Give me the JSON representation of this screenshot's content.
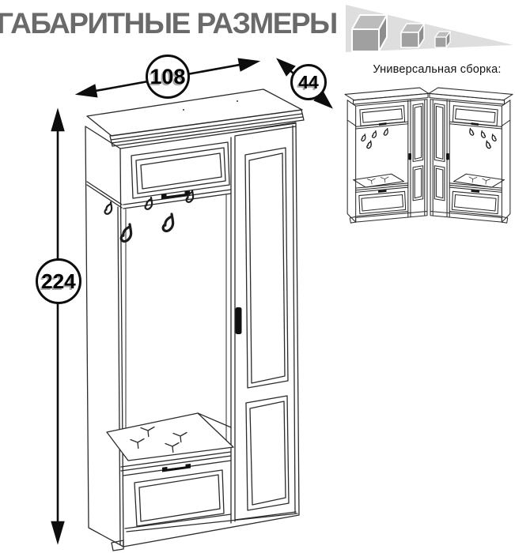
{
  "header": {
    "title": "ГАБАРИТНЫЕ РАЗМЕРЫ"
  },
  "brand": {
    "icon": "shrinking-cubes-icon"
  },
  "dimensions": {
    "width": "108",
    "depth": "44",
    "height": "224"
  },
  "assembly": {
    "label": "Универсальная сборка:",
    "variants": [
      "door-on-right",
      "door-on-left"
    ]
  },
  "colors": {
    "title": "#6a6a6a",
    "line": "#2b2b2b",
    "wedge": "#dedede",
    "cube_top": "#bcbcbc",
    "cube_front": "#a0a0a0",
    "cube_side": "#8e8e8e"
  }
}
